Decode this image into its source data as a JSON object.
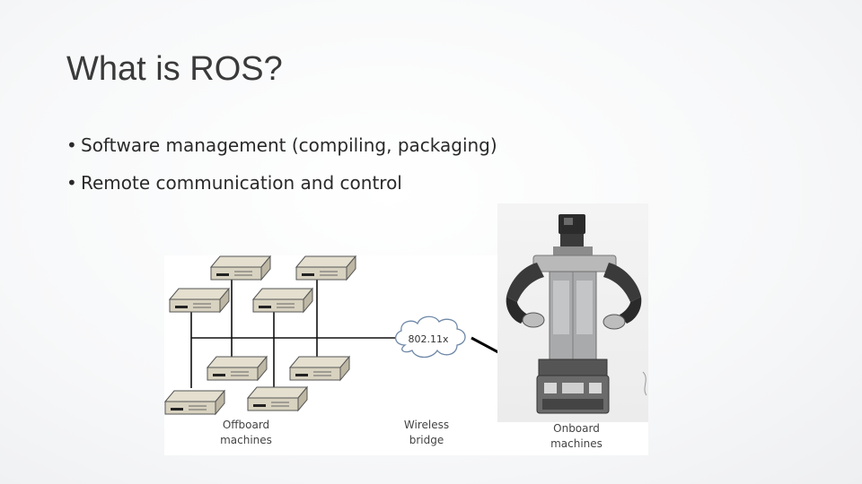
{
  "slide": {
    "title": "What is ROS?",
    "bullets": [
      "Software management (compiling, packaging)",
      "Remote communication and control"
    ]
  },
  "diagram": {
    "cloud_label": "802.11x",
    "captions": {
      "offboard": [
        "Offboard",
        "machines"
      ],
      "wireless": [
        "Wireless",
        "bridge"
      ],
      "onboard": [
        "Onboard",
        "machines"
      ]
    }
  }
}
